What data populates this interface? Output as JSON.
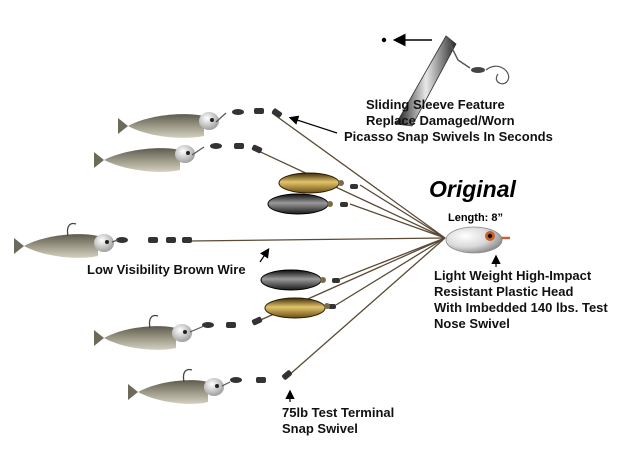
{
  "product": {
    "title": "Original",
    "length": "Length: 8”"
  },
  "callouts": {
    "sleeve": [
      "Sliding Sleeve Feature",
      "Replace Damaged/Worn",
      "Picasso Snap Swivels In Seconds"
    ],
    "wire": [
      "Low Visibility Brown Wire"
    ],
    "head": [
      "Light Weight High-Impact",
      "Resistant Plastic Head",
      "With Imbedded  140 lbs. Test",
      "Nose Swivel"
    ],
    "swivel": [
      "75lb Test Terminal",
      "Snap Swivel"
    ]
  },
  "colors": {
    "wire": "#5b4a36",
    "bait": "#8a8676",
    "gold_blade": "#c9a23a",
    "silver_blade": "#2b2b2b"
  }
}
